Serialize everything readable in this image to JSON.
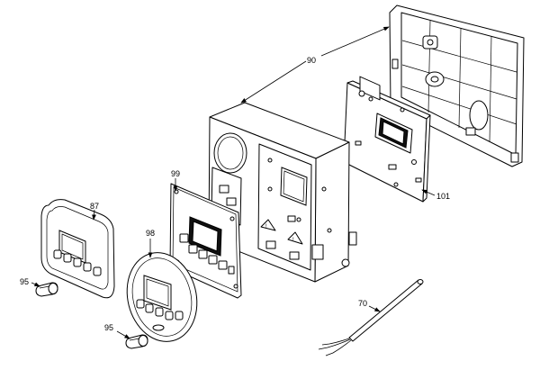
{
  "diagram": {
    "type": "exploded-parts-view",
    "parts": [
      {
        "id": "90",
        "label": "90"
      },
      {
        "id": "101",
        "label": "101"
      },
      {
        "id": "99",
        "label": "99"
      },
      {
        "id": "87",
        "label": "87"
      },
      {
        "id": "98",
        "label": "98"
      },
      {
        "id": "95a",
        "label": "95"
      },
      {
        "id": "95b",
        "label": "95"
      },
      {
        "id": "70",
        "label": "70"
      }
    ]
  }
}
